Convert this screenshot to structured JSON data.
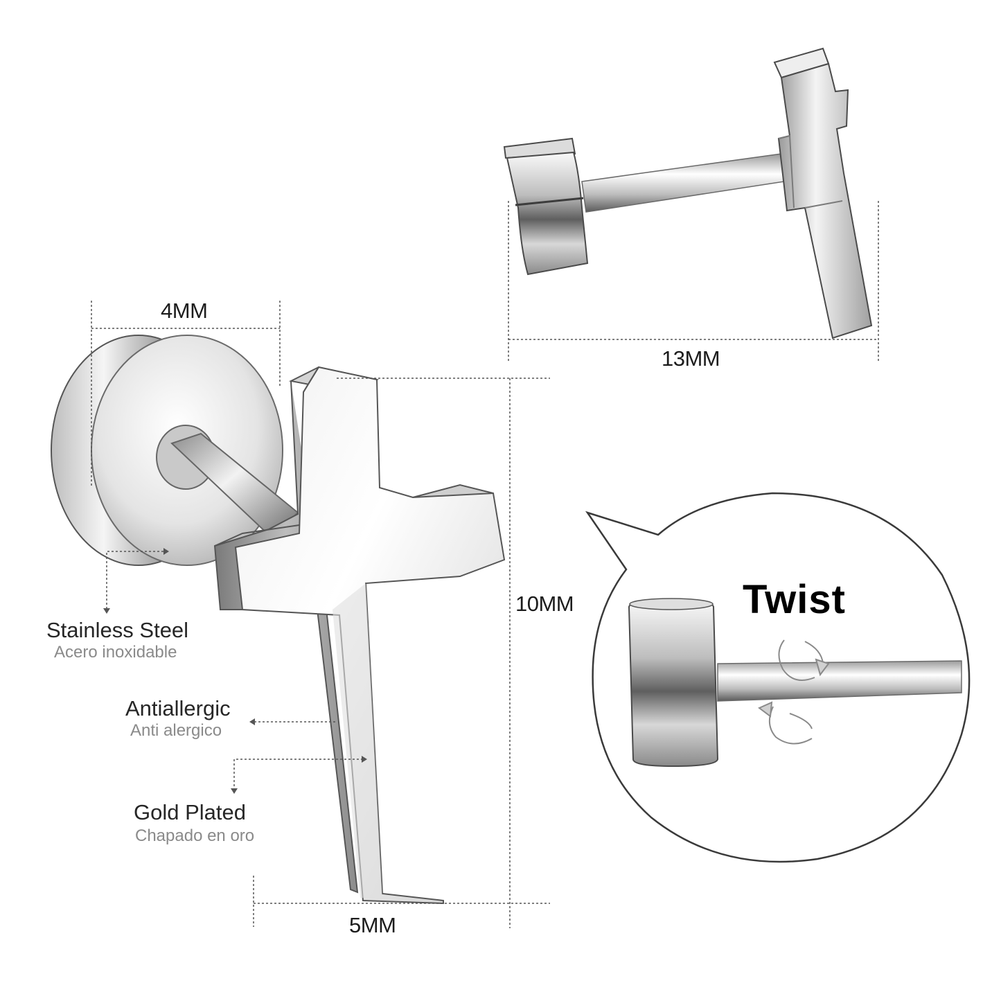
{
  "dimensions": {
    "cap_diameter": "4MM",
    "total_length": "13MM",
    "cross_height": "10MM",
    "cross_width": "5MM"
  },
  "features": [
    {
      "en": "Stainless Steel",
      "es": "Acero inoxidable"
    },
    {
      "en": "Antiallergic",
      "es": "Anti alergico"
    },
    {
      "en": "Gold Plated",
      "es": "Chapado en oro"
    }
  ],
  "callout": {
    "label": "Twist"
  },
  "colors": {
    "metal_light": "#f4f4f4",
    "metal_mid": "#c8c8c8",
    "metal_dark": "#6e6e6e",
    "guide_line": "#555555",
    "bubble_border": "#3a3a3a"
  },
  "icons": [
    "twist-arrows-icon"
  ]
}
